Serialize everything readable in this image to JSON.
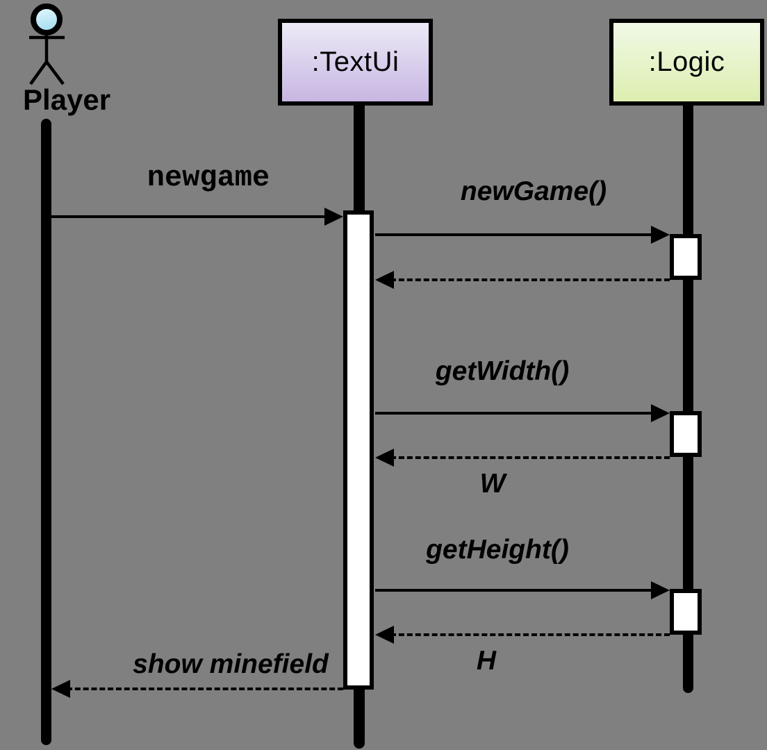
{
  "diagram_type": "uml-sequence-diagram",
  "colors": {
    "background": "#808080",
    "textui_box_top": "#edeaf7",
    "textui_box_bottom": "#c7b6e2",
    "logic_box_top": "#f0f9e6",
    "logic_box_bottom": "#ddeeb0",
    "actor_head_top": "#eafafd",
    "actor_head_bottom": "#a5ddf1",
    "line": "#000000",
    "activation_fill": "#ffffff"
  },
  "actor": {
    "name": "Player"
  },
  "participants": [
    {
      "id": "textui",
      "label": ":TextUi"
    },
    {
      "id": "logic",
      "label": ":Logic"
    }
  ],
  "messages": [
    {
      "label": "newgame",
      "from": "Player",
      "to": ":TextUi",
      "kind": "call",
      "line": "solid"
    },
    {
      "label": "newGame()",
      "from": ":TextUi",
      "to": ":Logic",
      "kind": "call",
      "line": "solid"
    },
    {
      "label": "",
      "from": ":Logic",
      "to": ":TextUi",
      "kind": "return",
      "line": "dashed"
    },
    {
      "label": "getWidth()",
      "from": ":TextUi",
      "to": ":Logic",
      "kind": "call",
      "line": "solid"
    },
    {
      "label": "W",
      "from": ":Logic",
      "to": ":TextUi",
      "kind": "return",
      "line": "dashed"
    },
    {
      "label": "getHeight()",
      "from": ":TextUi",
      "to": ":Logic",
      "kind": "call",
      "line": "solid"
    },
    {
      "label": "H",
      "from": ":Logic",
      "to": ":TextUi",
      "kind": "return",
      "line": "dashed"
    },
    {
      "label": "show minefield",
      "from": ":TextUi",
      "to": "Player",
      "kind": "return",
      "line": "dashed"
    }
  ]
}
